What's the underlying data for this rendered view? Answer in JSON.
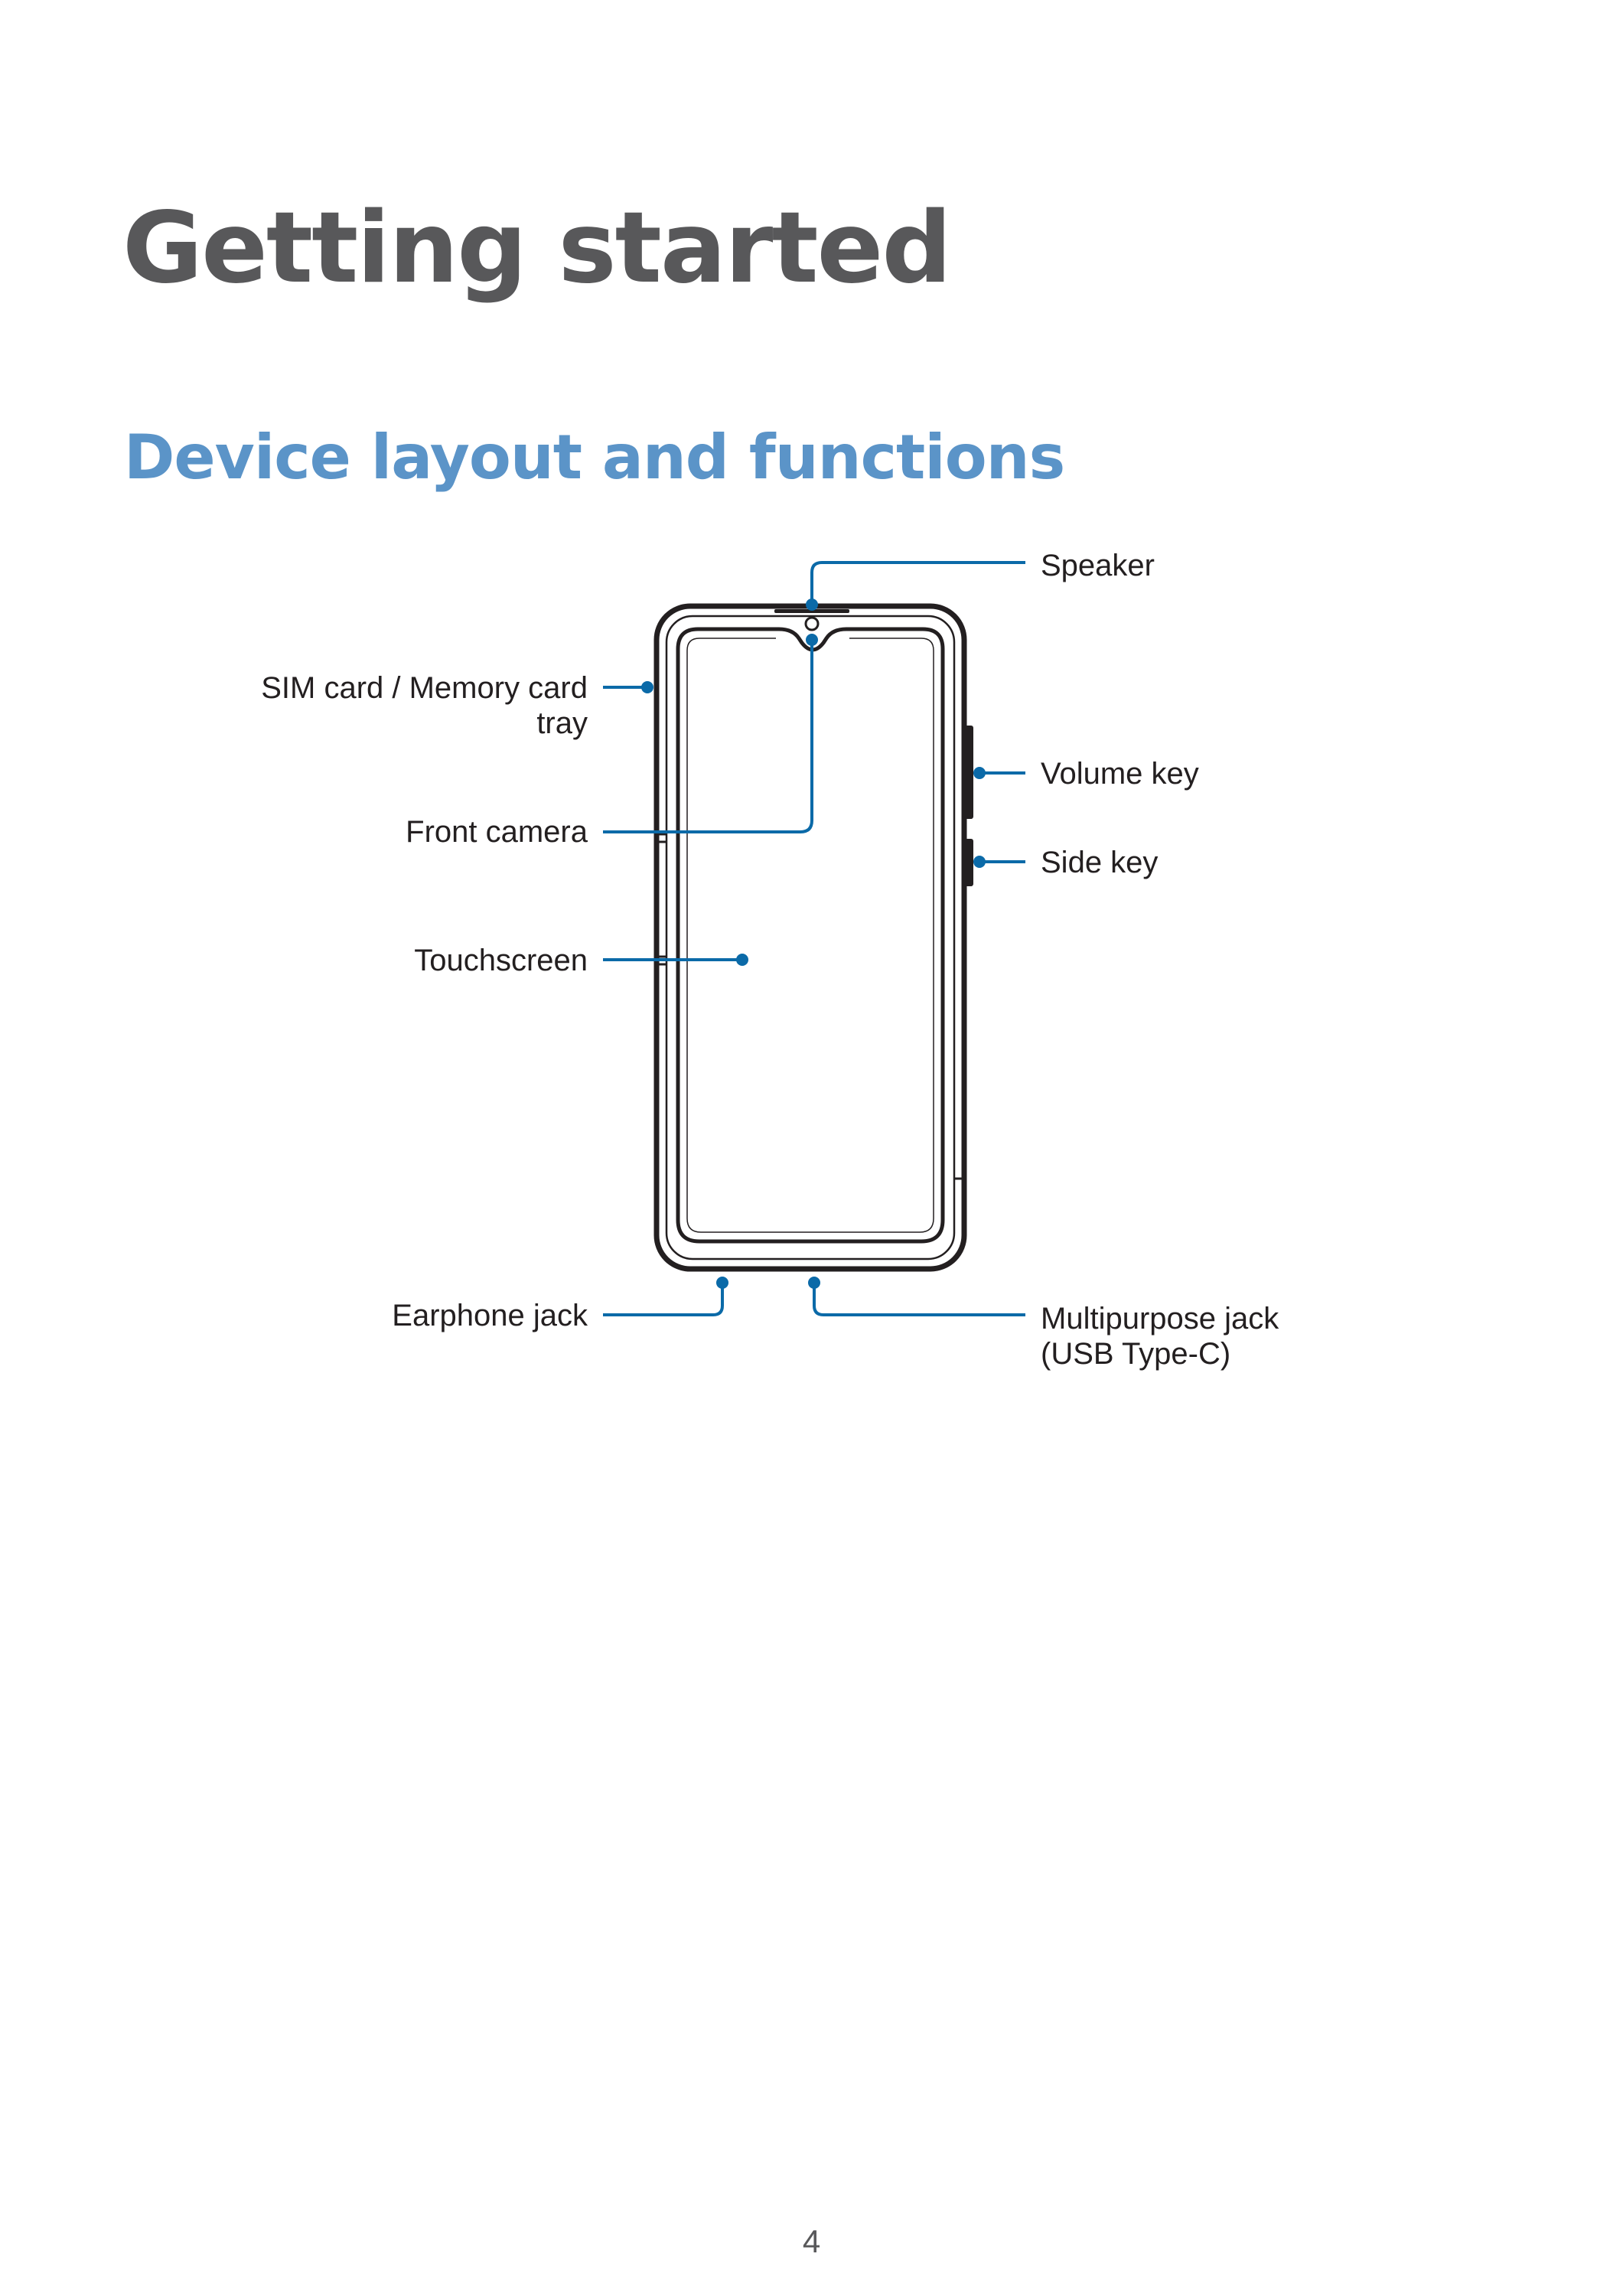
{
  "page": {
    "title": "Getting started",
    "section_title": "Device layout and functions",
    "page_number": "4"
  },
  "diagram": {
    "labels": {
      "speaker": "Speaker",
      "sim_tray_line1": "SIM card / Memory card",
      "sim_tray_line2": "tray",
      "volume_key": "Volume key",
      "front_camera": "Front camera",
      "side_key": "Side key",
      "touchscreen": "Touchscreen",
      "earphone_jack": "Earphone jack",
      "multipurpose_jack_line1": "Multipurpose jack",
      "multipurpose_jack_line2": "(USB Type-C)"
    },
    "colors": {
      "leader": "#0b6aa8",
      "outline": "#231f20",
      "title": "#58585a",
      "section_title": "#5b94c8"
    }
  }
}
